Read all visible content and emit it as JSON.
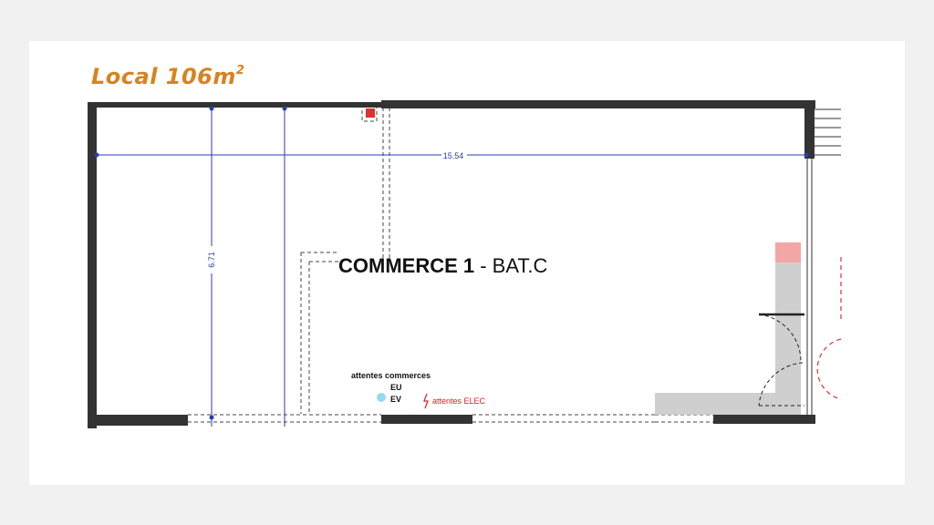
{
  "plan": {
    "title_main": "Local 106m",
    "title_sup": "2",
    "room_name_bold": "COMMERCE 1",
    "room_name_rest": " - BAT.C",
    "dim_width": "15.54",
    "dim_depth": "6.71",
    "service_title": "attentes commerces",
    "service_eu": "EU",
    "service_ev": "EV",
    "service_elec": "attentes ELEC"
  },
  "colors": {
    "title": "#d9821f",
    "wall": "#333333",
    "dimension": "#2b3cb0",
    "elec": "#e02020",
    "water_dot": "#8fdcf0",
    "fixture_grey": "#cfcfcf",
    "fixture_pink": "#f4a6a6",
    "red_marker": "#e03030"
  },
  "icons": {
    "elec": "lightning-bolt-icon"
  }
}
